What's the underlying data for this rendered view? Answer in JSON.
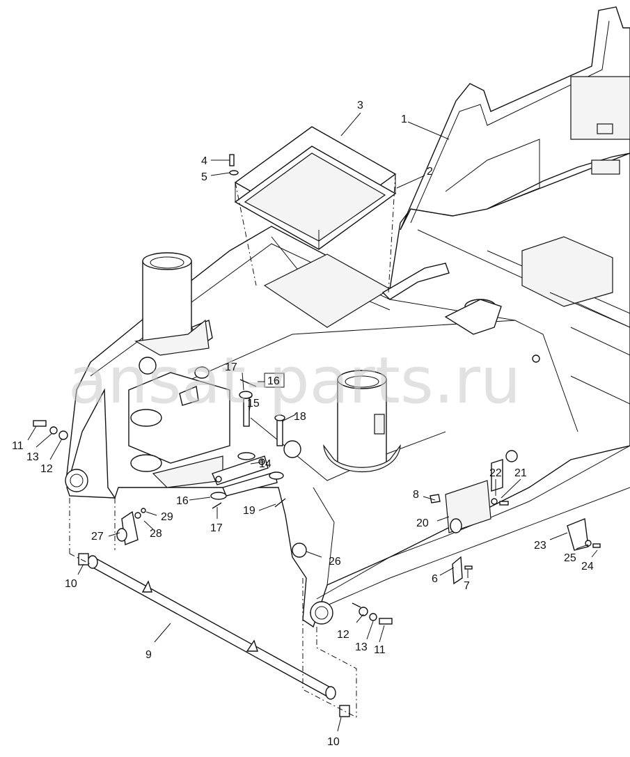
{
  "watermark": "ansat-parts.ru",
  "callouts": [
    {
      "id": "c1",
      "text": "1"
    },
    {
      "id": "c2",
      "text": "2"
    },
    {
      "id": "c3",
      "text": "3"
    },
    {
      "id": "c4",
      "text": "4"
    },
    {
      "id": "c5",
      "text": "5"
    },
    {
      "id": "c6",
      "text": "6"
    },
    {
      "id": "c7",
      "text": "7"
    },
    {
      "id": "c8",
      "text": "8"
    },
    {
      "id": "c9",
      "text": "9"
    },
    {
      "id": "c10a",
      "text": "10"
    },
    {
      "id": "c10b",
      "text": "10"
    },
    {
      "id": "c11a",
      "text": "11"
    },
    {
      "id": "c11b",
      "text": "11"
    },
    {
      "id": "c12a",
      "text": "12"
    },
    {
      "id": "c12b",
      "text": "12"
    },
    {
      "id": "c13a",
      "text": "13"
    },
    {
      "id": "c13b",
      "text": "13"
    },
    {
      "id": "c14",
      "text": "14"
    },
    {
      "id": "c15",
      "text": "15"
    },
    {
      "id": "c16a",
      "text": "16"
    },
    {
      "id": "c16b",
      "text": "16"
    },
    {
      "id": "c17a",
      "text": "17"
    },
    {
      "id": "c17b",
      "text": "17"
    },
    {
      "id": "c18",
      "text": "18"
    },
    {
      "id": "c19",
      "text": "19"
    },
    {
      "id": "c20",
      "text": "20"
    },
    {
      "id": "c21",
      "text": "21"
    },
    {
      "id": "c22",
      "text": "22"
    },
    {
      "id": "c23",
      "text": "23"
    },
    {
      "id": "c24",
      "text": "24"
    },
    {
      "id": "c25",
      "text": "25"
    },
    {
      "id": "c26",
      "text": "26"
    },
    {
      "id": "c27",
      "text": "27"
    },
    {
      "id": "c28",
      "text": "28"
    },
    {
      "id": "c29",
      "text": "29"
    }
  ]
}
